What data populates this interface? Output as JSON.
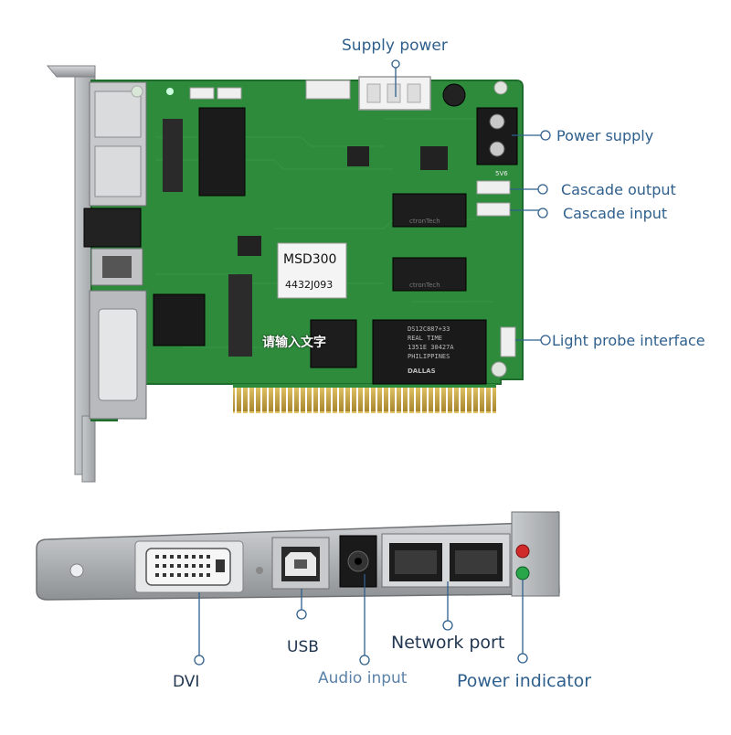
{
  "board": {
    "model": "MSD300",
    "serial": "4432J093",
    "overlay_placeholder": "请输入文字",
    "chip_brand": "ctronTech",
    "rtc_lines": [
      "DS12C887+33",
      "REAL TIME",
      "1351E 30427A",
      "PHILIPPINES"
    ],
    "rtc_brand": "DALLAS",
    "conn_label": "5V6"
  },
  "top_labels": {
    "supply_power": "Supply power",
    "power_supply": "Power supply",
    "cascade_output": "Cascade output",
    "cascade_input": "Cascade input",
    "light_probe": "Light probe interface"
  },
  "bottom_labels": {
    "dvi": "DVI",
    "usb": "USB",
    "audio_input": "Audio input",
    "network_port": "Network port",
    "power_indicator": "Power indicator"
  },
  "colors": {
    "pcb": "#2e8b3c",
    "pcb_dark": "#1f6b2c",
    "callout": "#2f5f8c",
    "gold": "#c9a646",
    "bracket": "#b9bcbf",
    "led_red": "#d12a2a",
    "led_green": "#2aa64a"
  }
}
